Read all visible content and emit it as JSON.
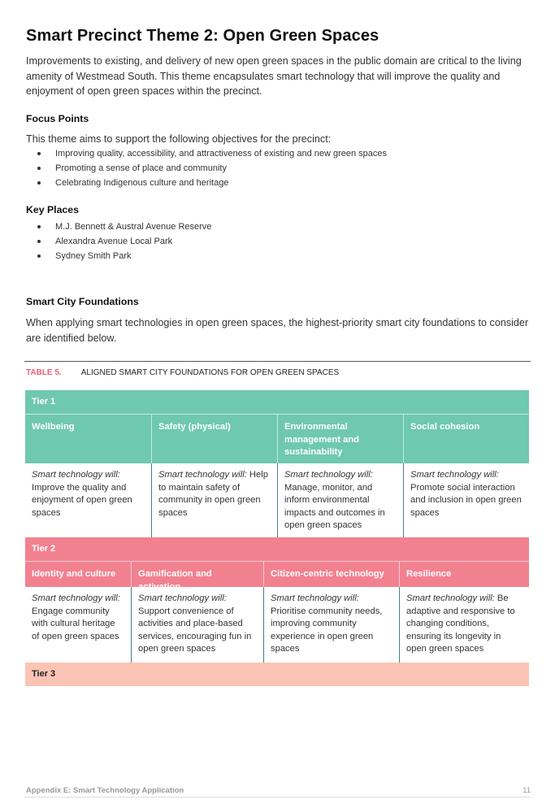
{
  "title": "Smart Precinct Theme 2: Open Green Spaces",
  "intro": "Improvements to existing, and delivery of new open green spaces in the public domain are critical to the living amenity of Westmead South.  This theme encapsulates smart technology that will improve the quality and enjoyment of open green spaces within the precinct.",
  "focus": {
    "heading": "Focus Points",
    "lead": "This theme aims to support the following objectives for the precinct:",
    "items": [
      "Improving quality, accessibility, and attractiveness of existing and new green spaces",
      "Promoting a sense of place and community",
      "Celebrating Indigenous culture and heritage"
    ]
  },
  "places": {
    "heading": "Key Places",
    "items": [
      "M.J. Bennett & Austral Avenue Reserve",
      "Alexandra Avenue Local Park",
      "Sydney Smith Park"
    ]
  },
  "foundations": {
    "heading": "Smart City Foundations",
    "text": "When applying smart technologies in open green spaces, the highest-priority smart city foundations to consider are identified below."
  },
  "table": {
    "caption_num": "TABLE 5.",
    "caption_text": "ALIGNED SMART CITY FOUNDATIONS FOR OPEN GREEN SPACES",
    "label": "Smart technology will:",
    "tier1": {
      "label": "Tier 1",
      "headers": [
        "Wellbeing",
        "Safety (physical)",
        "Environmental management and sustainability",
        "Social cohesion"
      ],
      "cells": [
        "Improve the quality and enjoyment of open green spaces",
        "Help to maintain safety of community in open green spaces",
        "Manage, monitor, and inform environmental impacts and outcomes in open green spaces",
        "Promote social interaction and inclusion in open green spaces"
      ]
    },
    "tier2": {
      "label": "Tier 2",
      "headers": [
        "Identity and culture",
        "Gamification and activation",
        "Citizen-centric technology",
        "Resilience"
      ],
      "cells": [
        "Engage community with cultural heritage of open green spaces",
        "Support convenience of activities and place-based services, encouraging fun in open green spaces",
        "Prioritise community needs, improving community experience in open green spaces",
        "Be adaptive and responsive to changing conditions, ensuring its longevity in open green spaces"
      ]
    },
    "tier3": {
      "label": "Tier 3"
    }
  },
  "footer": {
    "left": "Appendix E: Smart Technology Application",
    "page": "11"
  },
  "colors": {
    "tier1": "#6fc8b0",
    "tier2": "#f28190",
    "tier3": "#fcc4b4",
    "caption_accent": "#e95e7a"
  }
}
